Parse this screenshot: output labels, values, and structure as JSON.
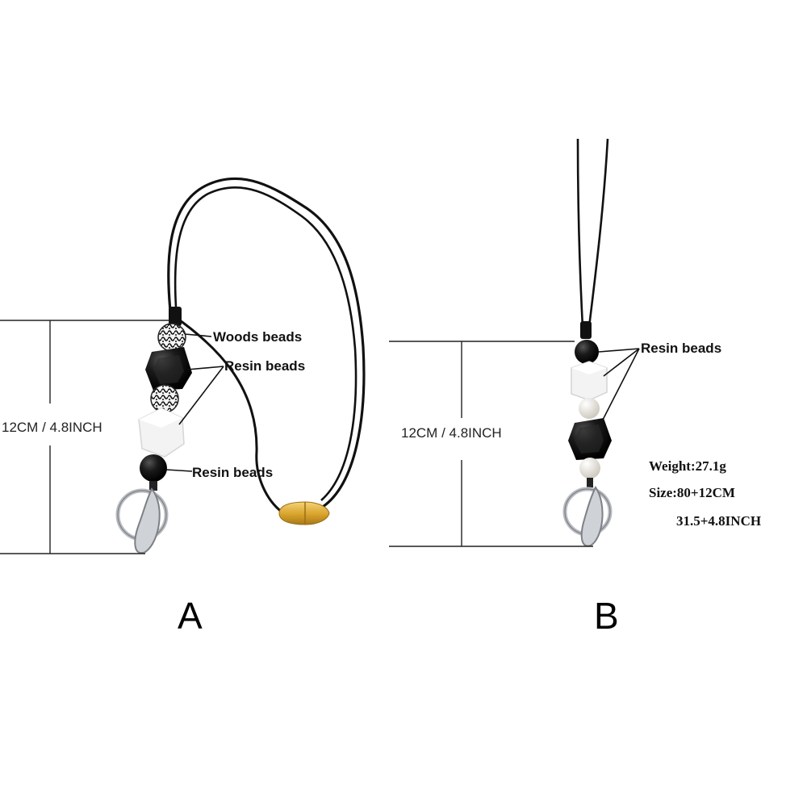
{
  "panel_a": {
    "letter": "A",
    "label_woods": "Woods beads",
    "label_resin_top": "Resin beads",
    "label_resin_bottom": "Resin beads",
    "dimension": "12CM / 4.8INCH"
  },
  "panel_b": {
    "letter": "B",
    "label_resin": "Resin beads",
    "dimension": "12CM / 4.8INCH",
    "specs": {
      "weight": "Weight:27.1g",
      "size": "Size:80+12CM",
      "size_inch": "31.5+4.8INCH"
    }
  },
  "colors": {
    "cord": "#111111",
    "black_bead": "#0d0d0d",
    "white_bead": "#f2f2f2",
    "pearl": "#e9e6df",
    "clasp": "#d9a830",
    "metal": "#b9bcc0",
    "dimension_line": "#222222"
  },
  "icons": [
    "lanyard-a-icon",
    "lanyard-b-icon",
    "key-ring-icon",
    "magnetic-clasp-icon"
  ]
}
